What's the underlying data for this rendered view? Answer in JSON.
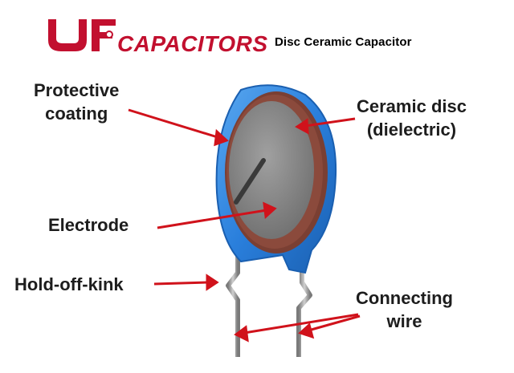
{
  "header": {
    "logo_text_main": "UF",
    "logo_text_brand": "CAPACITORS",
    "subtitle": "Disc Ceramic Capacitor",
    "brand_color": "#c2102f"
  },
  "labels": {
    "protective_coating": [
      "Protective",
      "coating"
    ],
    "ceramic_disc": [
      "Ceramic disc",
      "(dielectric)"
    ],
    "electrode": [
      "Electrode"
    ],
    "hold_off_kink": [
      "Hold-off-kink"
    ],
    "connecting_wire": [
      "Connecting",
      "wire"
    ]
  },
  "colors": {
    "coating": "#2d86df",
    "coating_dark": "#1a5fb0",
    "ceramic": "#7a3f33",
    "electrode": "#8a8a8a",
    "arrow": "#d0121b",
    "wire": "#9a9a9a"
  }
}
